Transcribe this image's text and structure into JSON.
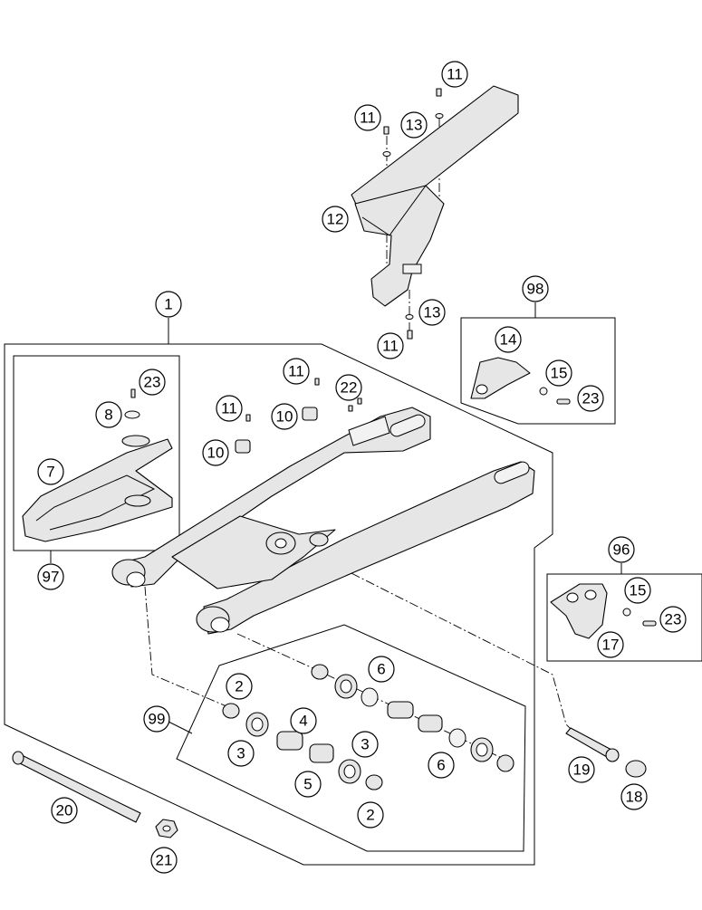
{
  "callouts": [
    {
      "id": "c-1",
      "label": "1"
    },
    {
      "id": "c-2a",
      "label": "2"
    },
    {
      "id": "c-2b",
      "label": "2"
    },
    {
      "id": "c-3a",
      "label": "3"
    },
    {
      "id": "c-3b",
      "label": "3"
    },
    {
      "id": "c-4",
      "label": "4"
    },
    {
      "id": "c-5",
      "label": "5"
    },
    {
      "id": "c-6a",
      "label": "6"
    },
    {
      "id": "c-6b",
      "label": "6"
    },
    {
      "id": "c-7",
      "label": "7"
    },
    {
      "id": "c-8",
      "label": "8"
    },
    {
      "id": "c-10a",
      "label": "10"
    },
    {
      "id": "c-10b",
      "label": "10"
    },
    {
      "id": "c-11a",
      "label": "11"
    },
    {
      "id": "c-11b",
      "label": "11"
    },
    {
      "id": "c-11c",
      "label": "11"
    },
    {
      "id": "c-11d",
      "label": "11"
    },
    {
      "id": "c-11e",
      "label": "11"
    },
    {
      "id": "c-12",
      "label": "12"
    },
    {
      "id": "c-13a",
      "label": "13"
    },
    {
      "id": "c-13b",
      "label": "13"
    },
    {
      "id": "c-14",
      "label": "14"
    },
    {
      "id": "c-15a",
      "label": "15"
    },
    {
      "id": "c-15b",
      "label": "15"
    },
    {
      "id": "c-17",
      "label": "17"
    },
    {
      "id": "c-18",
      "label": "18"
    },
    {
      "id": "c-19",
      "label": "19"
    },
    {
      "id": "c-20",
      "label": "20"
    },
    {
      "id": "c-21",
      "label": "21"
    },
    {
      "id": "c-22",
      "label": "22"
    },
    {
      "id": "c-23a",
      "label": "23"
    },
    {
      "id": "c-23b",
      "label": "23"
    },
    {
      "id": "c-23c",
      "label": "23"
    },
    {
      "id": "c-96",
      "label": "96"
    },
    {
      "id": "c-97",
      "label": "97"
    },
    {
      "id": "c-98",
      "label": "98"
    },
    {
      "id": "c-99",
      "label": "99"
    }
  ],
  "colors": {
    "ink": "#000000",
    "fill": "#e6e6e6",
    "paper": "#ffffff"
  }
}
